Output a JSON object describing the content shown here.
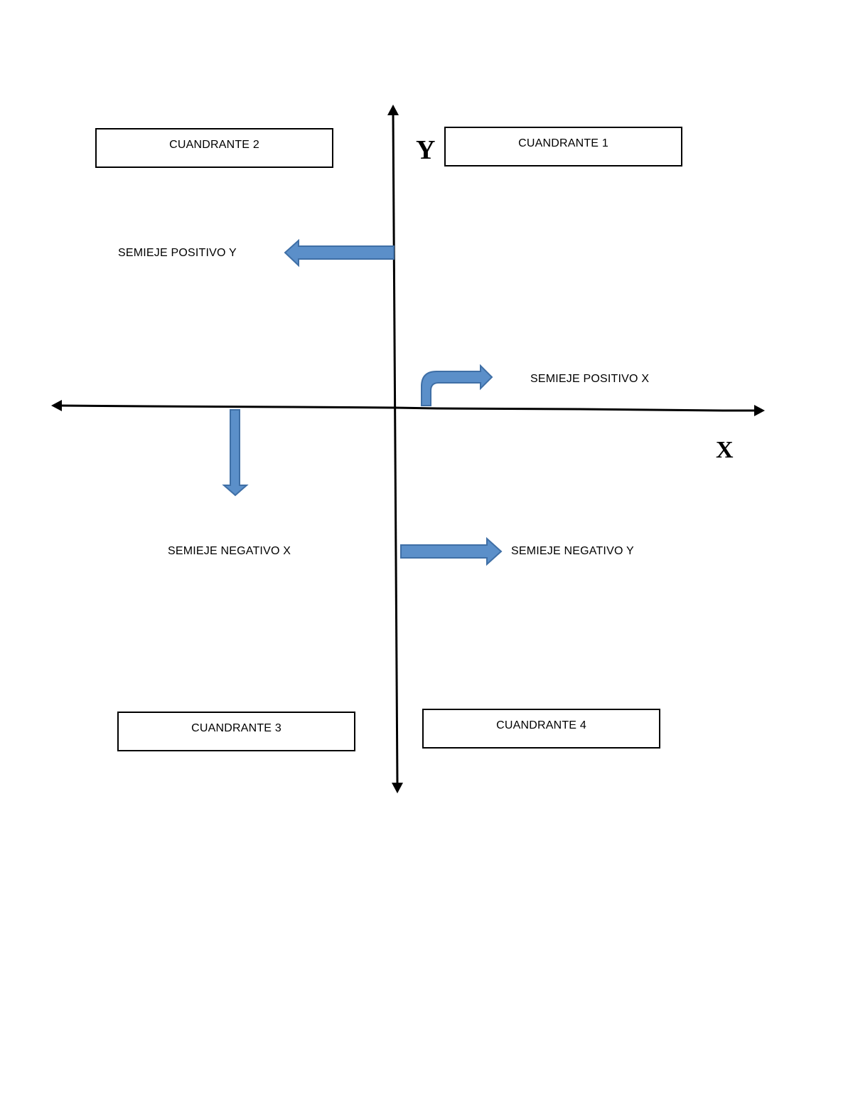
{
  "quadrants": {
    "q1": "CUANDRANTE 1",
    "q2": "CUANDRANTE 2",
    "q3": "CUANDRANTE 3",
    "q4": "CUANDRANTE 4"
  },
  "axes": {
    "x_label": "X",
    "y_label": "Y"
  },
  "semiaxes": {
    "positive_y": "SEMIEJE POSITIVO Y",
    "positive_x": "SEMIEJE POSITIVO X",
    "negative_x": "SEMIEJE NEGATIVO X",
    "negative_y": "SEMIEJE NEGATIVO Y"
  },
  "colors": {
    "arrow_fill": "#5b8fc9",
    "arrow_stroke": "#3f6fa6",
    "axis": "#000000"
  }
}
